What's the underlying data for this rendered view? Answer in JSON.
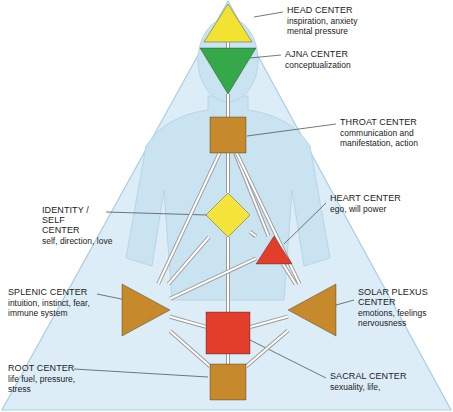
{
  "diagram": {
    "nodes": [
      {
        "text": [
          "HEAD CENTER",
          "inspiration, anxiety mental pressure"
        ]
      },
      {
        "text": [
          "AJNA CENTER",
          "conceptualization"
        ]
      },
      {
        "text": [
          "THROAT CENTER",
          "communication and manifestation, action"
        ]
      },
      {
        "text": [
          "IDENTITY / SELF CENTER",
          "self, direction, love"
        ]
      },
      {
        "text": [
          "HEART CENTER",
          "ego, will power"
        ]
      },
      {
        "text": [
          "SPLENIC CENTER",
          "intuition, instinct, fear, immune system"
        ]
      },
      {
        "text": [
          "SOLAR PLEXUS CENTER",
          "emotions, feelings nervousness"
        ]
      },
      {
        "text": [
          "ROOT CENTER",
          "life fuel, pressure, stress"
        ]
      },
      {
        "text": [
          "SACRAL CENTER",
          "sexuality, life,"
        ]
      }
    ],
    "edges": [
      {
        "from": 0,
        "to": 1,
        "arrow": "none"
      },
      {
        "from": 1,
        "to": 2,
        "arrow": "none"
      },
      {
        "from": 2,
        "to": 3,
        "arrow": "none"
      },
      {
        "from": 2,
        "to": 4,
        "arrow": "none"
      },
      {
        "from": 2,
        "to": 5,
        "arrow": "none"
      },
      {
        "from": 2,
        "to": 6,
        "arrow": "none"
      },
      {
        "from": 3,
        "to": 4,
        "arrow": "none"
      },
      {
        "from": 3,
        "to": 5,
        "arrow": "none"
      },
      {
        "from": 3,
        "to": 8,
        "arrow": "none"
      },
      {
        "from": 4,
        "to": 5,
        "arrow": "none"
      },
      {
        "from": 4,
        "to": 6,
        "arrow": "none"
      },
      {
        "from": 8,
        "to": 5,
        "arrow": "none"
      },
      {
        "from": 8,
        "to": 6,
        "arrow": "none"
      },
      {
        "from": 8,
        "to": 7,
        "arrow": "none"
      },
      {
        "from": 7,
        "to": 5,
        "arrow": "none"
      },
      {
        "from": 7,
        "to": 6,
        "arrow": "none"
      }
    ]
  }
}
